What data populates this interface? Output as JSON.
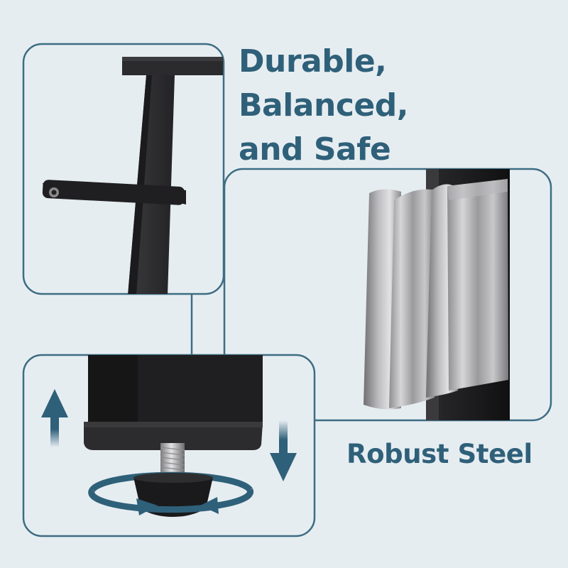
{
  "headline": {
    "line1": "Durable, Balanced,",
    "line2": "and Safe"
  },
  "caption": "Robust Steel",
  "colors": {
    "background": "#e6edf1",
    "accent": "#2f6079",
    "frame_line": "#3d6d83"
  },
  "icons": {
    "up_arrow": "arrow-up-icon",
    "down_arrow": "arrow-down-icon",
    "rotate": "rotate-arrows-icon"
  }
}
